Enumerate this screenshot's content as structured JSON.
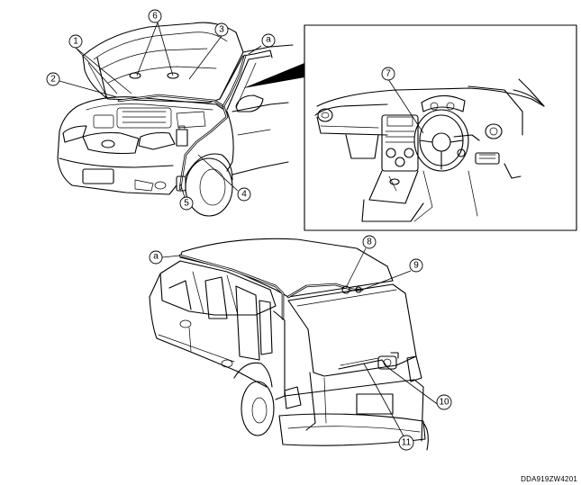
{
  "callouts": [
    {
      "id": "c1",
      "label": "1"
    },
    {
      "id": "c2",
      "label": "2"
    },
    {
      "id": "c3",
      "label": "3"
    },
    {
      "id": "c4",
      "label": "4"
    },
    {
      "id": "c5",
      "label": "5"
    },
    {
      "id": "c6",
      "label": "6"
    },
    {
      "id": "c7",
      "label": "7"
    },
    {
      "id": "c8",
      "label": "8"
    },
    {
      "id": "c9",
      "label": "9"
    },
    {
      "id": "c10",
      "label": "10"
    },
    {
      "id": "c11",
      "label": "11"
    }
  ],
  "connection_marker": "a",
  "figure_code": "DDA919ZW4201"
}
